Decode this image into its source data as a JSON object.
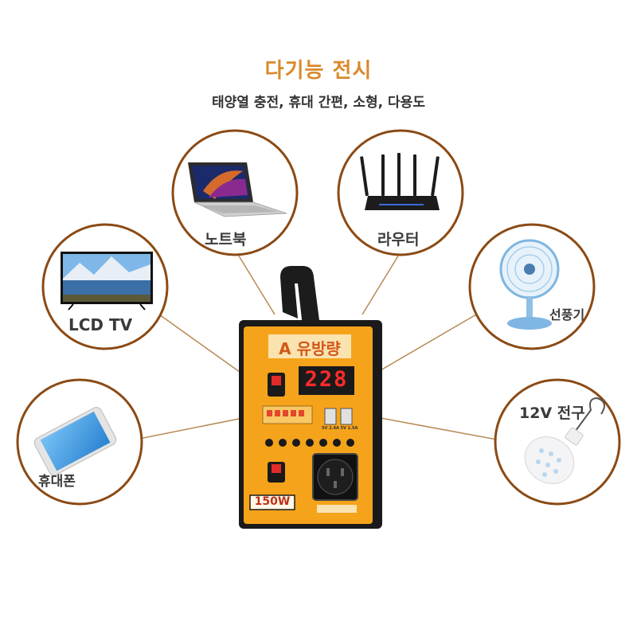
{
  "header": {
    "title": "다기능 전시",
    "subtitle": "태양열 충전, 휴대 간편, 소형, 다용도"
  },
  "devices": {
    "laptop": "노트북",
    "router": "라우터",
    "tv": "LCD TV",
    "fan": "선풍기",
    "phone": "휴대폰",
    "bulb": "12V 전구"
  },
  "product": {
    "brand": "A 유방량",
    "display_value": "228",
    "power": "150W",
    "usb_label": "5V 2.4A  5V 1.5A"
  },
  "colors": {
    "accent": "#d98a2c",
    "circle_stroke": "#8b4a14",
    "body": "#f5a31a"
  }
}
